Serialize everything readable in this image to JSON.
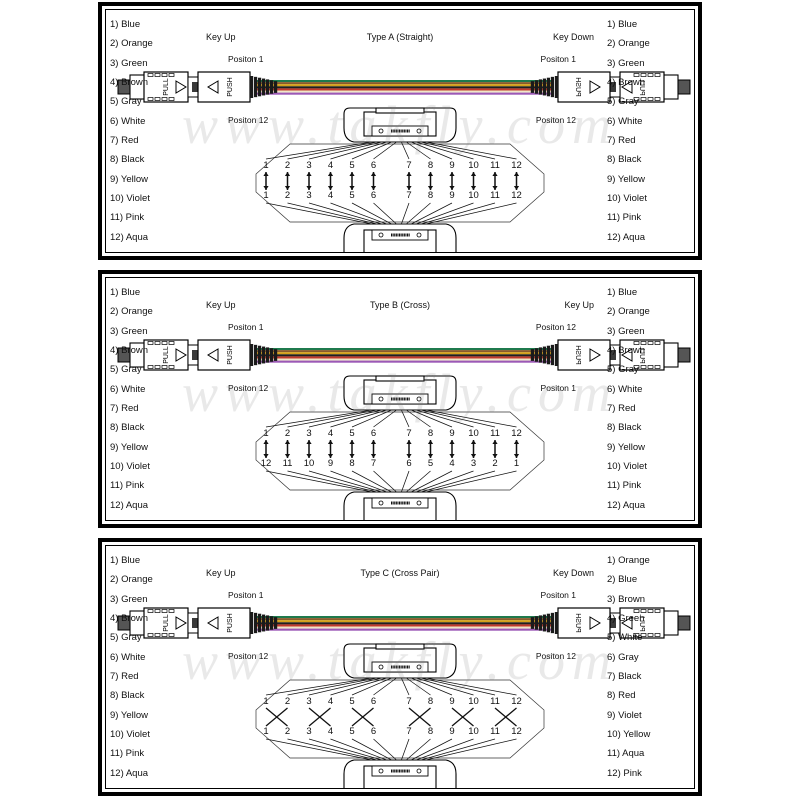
{
  "watermark": "www.takfly.com",
  "colors": {
    "frame": "#000000",
    "text": "#111111",
    "ribbon": [
      "#1f7a4d",
      "#8a5a2b",
      "#d4a017",
      "#202020",
      "#c0392b",
      "#efe6c8",
      "#9b59b6"
    ]
  },
  "panels": [
    {
      "id": "type-a",
      "title": "Type A (Straight)",
      "key_left": "Key Up",
      "key_right": "Key Down",
      "position_left_top": "Positon 1",
      "position_left_bottom": "Positon 12",
      "position_right_top": "Positon 1",
      "position_right_bottom": "Positon 12",
      "map_style": "straight",
      "top_numbers": [
        "1",
        "2",
        "3",
        "4",
        "5",
        "6",
        "7",
        "8",
        "9",
        "10",
        "11",
        "12"
      ],
      "bottom_numbers": [
        "1",
        "2",
        "3",
        "4",
        "5",
        "6",
        "7",
        "8",
        "9",
        "10",
        "11",
        "12"
      ],
      "legend_left": [
        "1) Blue",
        "2) Orange",
        "3) Green",
        "4) Brown",
        "5) Gray",
        "6) White",
        "7) Red",
        "8) Black",
        "9) Yellow",
        "10) Violet",
        "11) Pink",
        "12) Aqua"
      ],
      "legend_right": [
        "1) Blue",
        "2) Orange",
        "3) Green",
        "4) Brown",
        "5) Gray",
        "6) White",
        "7) Red",
        "8) Black",
        "9) Yellow",
        "10) Violet",
        "11) Pink",
        "12) Aqua"
      ]
    },
    {
      "id": "type-b",
      "title": "Type B (Cross)",
      "key_left": "Key Up",
      "key_right": "Key Up",
      "position_left_top": "Positon 1",
      "position_left_bottom": "Positon 12",
      "position_right_top": "Positon 12",
      "position_right_bottom": "Positon 1",
      "map_style": "reverse",
      "top_numbers": [
        "1",
        "2",
        "3",
        "4",
        "5",
        "6",
        "7",
        "8",
        "9",
        "10",
        "11",
        "12"
      ],
      "bottom_numbers": [
        "12",
        "11",
        "10",
        "9",
        "8",
        "7",
        "6",
        "5",
        "4",
        "3",
        "2",
        "1"
      ],
      "legend_left": [
        "1) Blue",
        "2) Orange",
        "3) Green",
        "4) Brown",
        "5) Gray",
        "6) White",
        "7) Red",
        "8) Black",
        "9) Yellow",
        "10) Violet",
        "11) Pink",
        "12) Aqua"
      ],
      "legend_right": [
        "1) Blue",
        "2) Orange",
        "3) Green",
        "4) Brown",
        "5) Gray",
        "6) White",
        "7) Red",
        "8) Black",
        "9) Yellow",
        "10) Violet",
        "11) Pink",
        "12) Aqua"
      ]
    },
    {
      "id": "type-c",
      "title": "Type C (Cross Pair)",
      "key_left": "Key Up",
      "key_right": "Key Down",
      "position_left_top": "Positon 1",
      "position_left_bottom": "Positon 12",
      "position_right_top": "Positon 1",
      "position_right_bottom": "Positon 12",
      "map_style": "pair",
      "top_numbers": [
        "1",
        "2",
        "3",
        "4",
        "5",
        "6",
        "7",
        "8",
        "9",
        "10",
        "11",
        "12"
      ],
      "bottom_numbers": [
        "1",
        "2",
        "3",
        "4",
        "5",
        "6",
        "7",
        "8",
        "9",
        "10",
        "11",
        "12"
      ],
      "legend_left": [
        "1) Blue",
        "2) Orange",
        "3) Green",
        "4) Brown",
        "5) Gray",
        "6) White",
        "7) Red",
        "8) Black",
        "9) Yellow",
        "10) Violet",
        "11) Pink",
        "12) Aqua"
      ],
      "legend_right": [
        "1) Orange",
        "2) Blue",
        "3) Brown",
        "4) Green",
        "5) White",
        "6) Gray",
        "7) Black",
        "8) Red",
        "9) Violet",
        "10) Yellow",
        "11) Aqua",
        "12) Pink"
      ]
    }
  ],
  "connector": {
    "pull_label": "PULL",
    "push_label": "PUSH"
  }
}
